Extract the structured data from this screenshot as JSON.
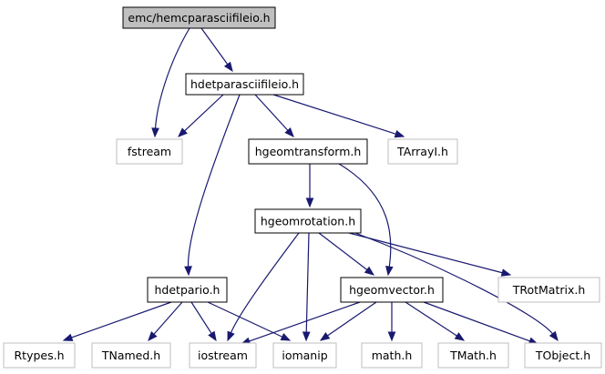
{
  "colors": {
    "edge": "#191970",
    "root_fill": "#bfbfbf",
    "root_stroke": "#000000",
    "documented_stroke": "#000000",
    "external_stroke": "#bfbfbf",
    "node_fill": "#ffffff"
  },
  "nodes": [
    {
      "id": "root",
      "label": "emc/hemcparasciifileio.h",
      "kind": "root"
    },
    {
      "id": "hdetparasciifileio",
      "label": "hdetparasciifileio.h",
      "kind": "documented"
    },
    {
      "id": "fstream",
      "label": "fstream",
      "kind": "external"
    },
    {
      "id": "hgeomtransform",
      "label": "hgeomtransform.h",
      "kind": "documented"
    },
    {
      "id": "tarrayi",
      "label": "TArrayI.h",
      "kind": "external"
    },
    {
      "id": "hgeomrotation",
      "label": "hgeomrotation.h",
      "kind": "documented"
    },
    {
      "id": "hdetpario",
      "label": "hdetpario.h",
      "kind": "documented"
    },
    {
      "id": "hgeomvector",
      "label": "hgeomvector.h",
      "kind": "documented"
    },
    {
      "id": "trotmatrix",
      "label": "TRotMatrix.h",
      "kind": "external"
    },
    {
      "id": "rtypes",
      "label": "Rtypes.h",
      "kind": "external"
    },
    {
      "id": "tnamed",
      "label": "TNamed.h",
      "kind": "external"
    },
    {
      "id": "iostream",
      "label": "iostream",
      "kind": "external"
    },
    {
      "id": "iomanip",
      "label": "iomanip",
      "kind": "external"
    },
    {
      "id": "math",
      "label": "math.h",
      "kind": "external"
    },
    {
      "id": "tmath",
      "label": "TMath.h",
      "kind": "external"
    },
    {
      "id": "tobject",
      "label": "TObject.h",
      "kind": "external"
    }
  ],
  "edges": [
    {
      "from": "root",
      "to": "hdetparasciifileio"
    },
    {
      "from": "root",
      "to": "fstream"
    },
    {
      "from": "hdetparasciifileio",
      "to": "fstream"
    },
    {
      "from": "hdetparasciifileio",
      "to": "hgeomtransform"
    },
    {
      "from": "hdetparasciifileio",
      "to": "tarrayi"
    },
    {
      "from": "hdetparasciifileio",
      "to": "hdetpario"
    },
    {
      "from": "hgeomtransform",
      "to": "hgeomrotation"
    },
    {
      "from": "hgeomtransform",
      "to": "hgeomvector"
    },
    {
      "from": "hgeomrotation",
      "to": "hgeomvector"
    },
    {
      "from": "hgeomrotation",
      "to": "trotmatrix"
    },
    {
      "from": "hgeomrotation",
      "to": "tobject"
    },
    {
      "from": "hgeomrotation",
      "to": "iostream"
    },
    {
      "from": "hgeomrotation",
      "to": "iomanip"
    },
    {
      "from": "hdetpario",
      "to": "rtypes"
    },
    {
      "from": "hdetpario",
      "to": "tnamed"
    },
    {
      "from": "hdetpario",
      "to": "iostream"
    },
    {
      "from": "hdetpario",
      "to": "iomanip"
    },
    {
      "from": "hgeomvector",
      "to": "iostream"
    },
    {
      "from": "hgeomvector",
      "to": "iomanip"
    },
    {
      "from": "hgeomvector",
      "to": "math"
    },
    {
      "from": "hgeomvector",
      "to": "tmath"
    },
    {
      "from": "hgeomvector",
      "to": "tobject"
    }
  ]
}
